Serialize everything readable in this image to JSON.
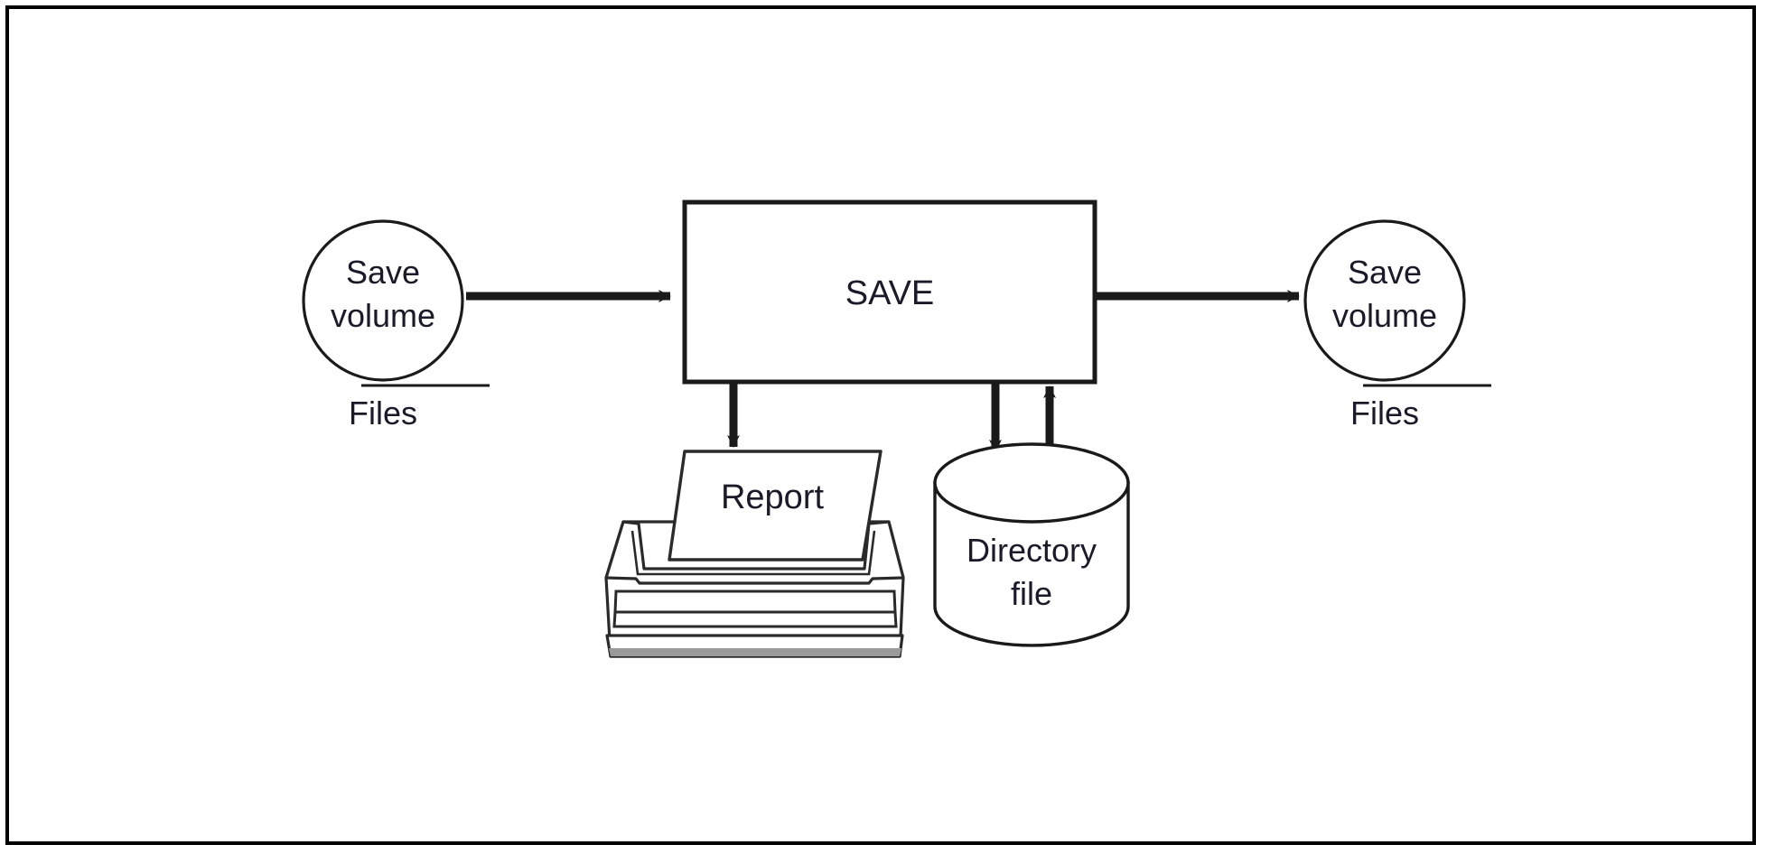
{
  "figure": {
    "type": "system-flow-diagram",
    "title": "SAVE program flow",
    "background_color": "#ffffff",
    "border_color": "#000000",
    "line_color": "#1a1a1a",
    "text_color": "#1a1a28"
  },
  "nodes": {
    "input_volume": {
      "shape": "circle-tape",
      "label_line1": "Save",
      "label_line2": "volume",
      "caption": "Files"
    },
    "process": {
      "shape": "rectangle",
      "label": "SAVE"
    },
    "output_volume": {
      "shape": "circle-tape",
      "label_line1": "Save",
      "label_line2": "volume",
      "caption": "Files"
    },
    "report": {
      "shape": "printer",
      "label": "Report"
    },
    "directory": {
      "shape": "cylinder",
      "label_line1": "Directory",
      "label_line2": "file"
    }
  },
  "connections": [
    {
      "name": "input-to-save",
      "from": "input_volume",
      "to": "process",
      "direction": "right"
    },
    {
      "name": "save-to-output",
      "from": "process",
      "to": "output_volume",
      "direction": "right"
    },
    {
      "name": "save-to-report",
      "from": "process",
      "to": "report",
      "direction": "down"
    },
    {
      "name": "save-to-directory",
      "from": "process",
      "to": "directory",
      "direction": "down"
    },
    {
      "name": "directory-to-save",
      "from": "directory",
      "to": "process",
      "direction": "up"
    }
  ]
}
